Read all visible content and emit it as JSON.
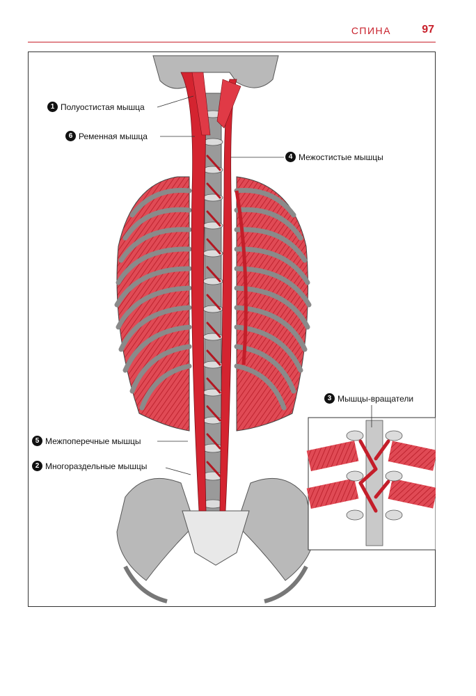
{
  "header": {
    "section": "СПИНА",
    "page_number": "97"
  },
  "labels": [
    {
      "num": "1",
      "text": "Полуостистая мышца"
    },
    {
      "num": "6",
      "text": "Ременная мышца"
    },
    {
      "num": "4",
      "text": "Межостистые мышцы"
    },
    {
      "num": "3",
      "text": "Мышцы-вращатели"
    },
    {
      "num": "5",
      "text": "Межпоперечные мышцы"
    },
    {
      "num": "2",
      "text": "Многораздельные мышцы"
    }
  ],
  "colors": {
    "accent": "#c8202b",
    "muscle": "#d42430",
    "bone": "#b9b9b9",
    "bone_dark": "#8a8a8a"
  }
}
